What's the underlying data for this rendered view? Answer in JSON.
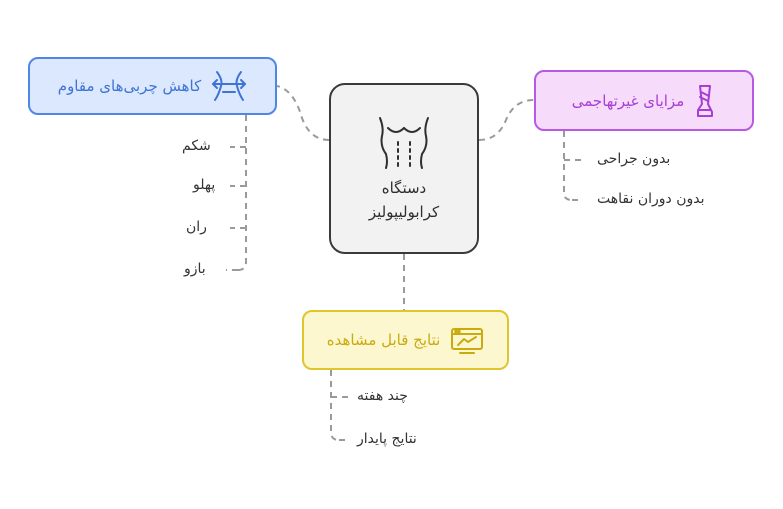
{
  "center": {
    "label_line1": "دستگاه",
    "label_line2": "کرابولیپولیز",
    "icon": "torso-icon"
  },
  "branches": {
    "fat": {
      "label": "کاهش چربی‌های مقاوم",
      "icon": "waist-measure-icon",
      "color": "#4f87e8",
      "fill": "#dbe8fd",
      "items": [
        "شکم",
        "پهلو",
        "ران",
        "بازو"
      ]
    },
    "advantages": {
      "label": "مزایای غیرتهاجمی",
      "icon": "leg-bandage-icon",
      "color": "#b859e6",
      "fill": "#f6dbfb",
      "items": [
        "بدون جراحی",
        "بدون دوران نقاهت"
      ]
    },
    "results": {
      "label": "نتایج قابل مشاهده",
      "icon": "monitor-chart-icon",
      "color": "#e0c62a",
      "fill": "#fdf7cf",
      "items": [
        "چند هفته",
        "نتایج پایدار"
      ]
    }
  },
  "connector_color": "#9a9a9a"
}
